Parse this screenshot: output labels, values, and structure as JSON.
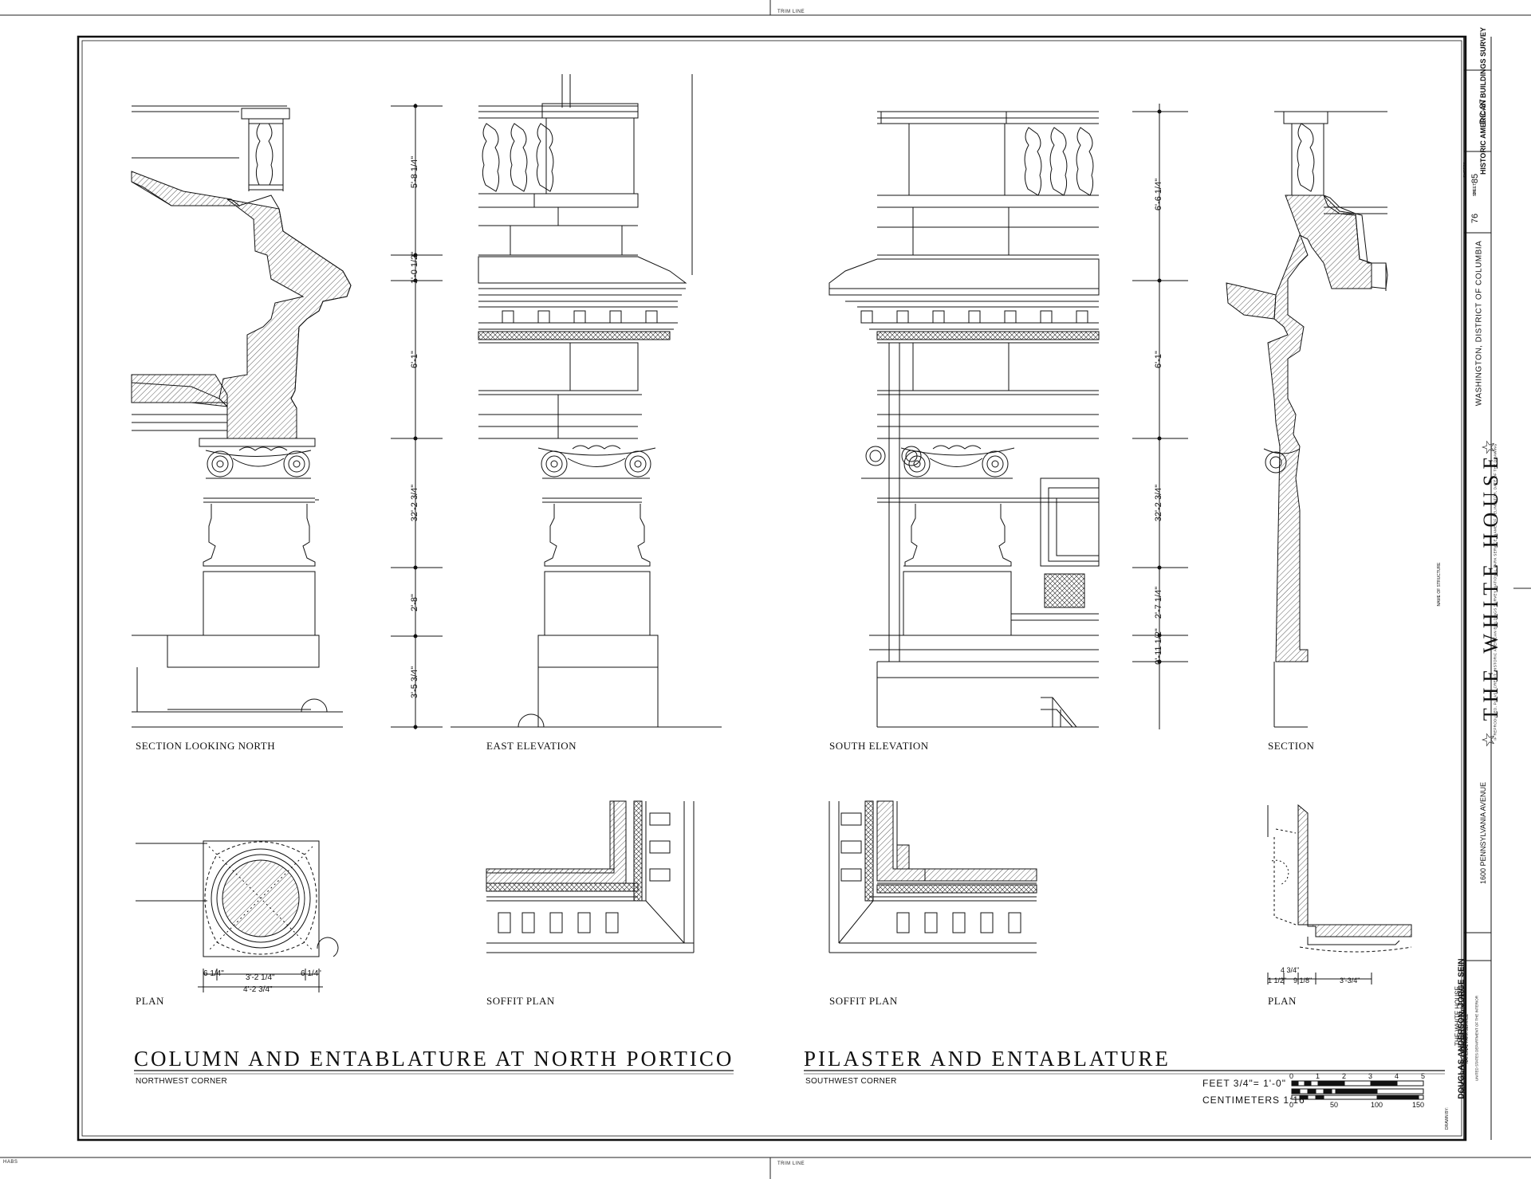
{
  "trim": {
    "top": "TRIM LINE",
    "bottom": "TRIM LINE",
    "corner": "HABS"
  },
  "views": {
    "section_north": "SECTION LOOKING NORTH",
    "east_elev": "EAST ELEVATION",
    "south_elev": "SOUTH ELEVATION",
    "section": "SECTION",
    "plan_left": "PLAN",
    "soffit_left": "SOFFIT PLAN",
    "soffit_right": "SOFFIT PLAN",
    "plan_right": "PLAN"
  },
  "dimensions_left": [
    "5'-8 1/4\"",
    "1'-0 1/2\"",
    "6'-1\"",
    "32'-2 3/4\"",
    "2'-8\"",
    "3'-5 3/4\""
  ],
  "dimensions_right": [
    "6'-6 1/4\"",
    "6'-1\"",
    "32'-2 3/4\"",
    "2'-7 1/4\"",
    "0'-11 1/2\""
  ],
  "plan_left_dims": {
    "a": "6 1/4\"",
    "b": "3'-2 1/4\"",
    "c": "6 1/4\"",
    "total": "4'-2 3/4\""
  },
  "plan_right_dims": {
    "a": "4 3/4\"",
    "b": "1 1/2\"",
    "c": "9 1/8\"",
    "d": "3'-3/4\""
  },
  "titles": {
    "left": "COLUMN AND ENTABLATURE AT NORTH PORTICO",
    "left_sub": "NORTHWEST CORNER",
    "right": "PILASTER AND ENTABLATURE",
    "right_sub": "SOUTHWEST CORNER"
  },
  "scale": {
    "feet": "FEET 3/4\"= 1'-0\"",
    "cm": "CENTIMETERS 1:16",
    "feet_ticks": [
      "0",
      "1",
      "2",
      "3",
      "4",
      "5"
    ],
    "cm_ticks": [
      "0",
      "50",
      "100",
      "150"
    ]
  },
  "title_block": {
    "building": "THE WHITE HOUSE",
    "address": "1600 PENNSYLVANIA AVENUE",
    "city": "WASHINGTON, DISTRICT OF COLUMBIA",
    "survey": "HISTORIC AMERICAN BUILDINGS SURVEY",
    "survey_no": "DC-37",
    "sheet_label": "SHEET",
    "sheet": "76",
    "of": "OF",
    "sheets": "85",
    "sheets_label": "SHEETS",
    "name_label": "NAME OF STRUCTURE",
    "credit": "IF REPRODUCED, PLEASE CREDIT: HISTORIC AMERICAN BUILDINGS SURVEY, NATIONAL PARK SERVICE, NAME OF DELINEATOR, DATE OF THE DRAWING",
    "drawn_label": "DRAWN BY:",
    "drawn": "DOUGLAS ANDERSON, JORGE SEIN",
    "project": "THE WHITE HOUSE",
    "projects": "RECORDING PROJECTS 1988-1992",
    "nps": "NATIONAL PARK SERVICE",
    "dept": "UNITED STATES DEPARTMENT OF THE INTERIOR"
  }
}
